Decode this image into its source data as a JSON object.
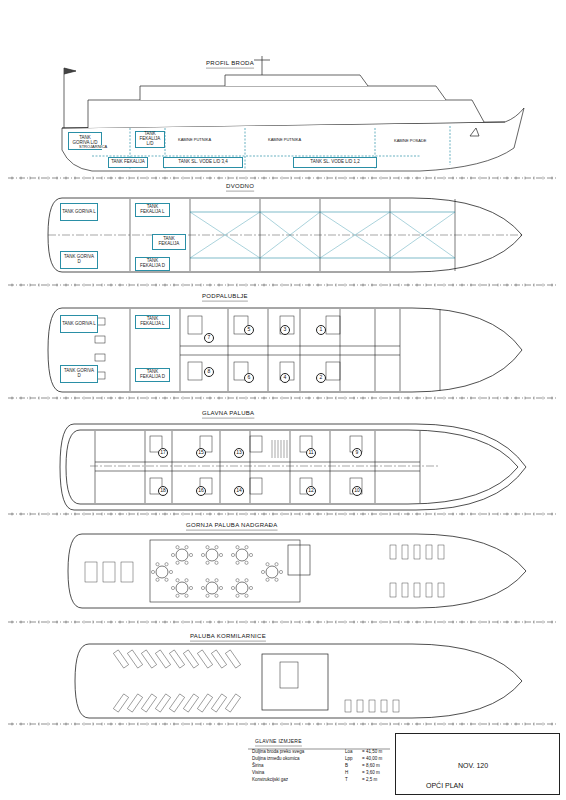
{
  "diagram": {
    "nodes": [
      {
        "text": [
          "TANK GORIVA L/D"
        ]
      },
      {
        "text": [
          "TANK FEKALIJA L/D"
        ]
      },
      {
        "text": [
          "TANK FEKALIJA"
        ]
      },
      {
        "text": [
          "TANK SL. VODE L/D 3,4"
        ]
      },
      {
        "text": [
          "TANK SL. VODE L/D 1,2"
        ]
      },
      {
        "text": [
          "TANK GORIVA L"
        ]
      },
      {
        "text": [
          "TANK FEKALIJA L"
        ]
      },
      {
        "text": [
          "TANK FEKALIJA"
        ]
      },
      {
        "text": [
          "TANK GORIVA D"
        ]
      },
      {
        "text": [
          "TANK FEKALIJA D"
        ]
      },
      {
        "text": [
          "TANK GORIVA L"
        ]
      },
      {
        "text": [
          "TANK FEKALIJA L"
        ]
      },
      {
        "text": [
          "TANK GORIVA D"
        ]
      },
      {
        "text": [
          "TANK FEKALIJA D"
        ]
      },
      {
        "text": [
          "NOV. 120",
          "OPĆI PLAN"
        ]
      }
    ],
    "labels": [
      "PROFIL BRODA",
      "STROJARNICA",
      "KABINE PUTNIKA",
      "KABINE PUTNIKA",
      "KABINE POSADE",
      "DVODNO",
      "PODPALUBLJE",
      "1",
      "2",
      "3",
      "4",
      "5",
      "6",
      "7",
      "8",
      "GLAVNA PALUBA",
      "9",
      "10",
      "11",
      "12",
      "13",
      "14",
      "15",
      "16",
      "17",
      "18",
      "GORNJA PALUBA NADGRAĐA",
      "PALUBA KORMILARNICE",
      "GLAVNE IZMJERE",
      "Duljina broda preko svega",
      "Loa",
      "= 41,50 m",
      "Duljina između okomica",
      "Lpp",
      "= 40,00 m",
      "Širina",
      "B",
      "= 8,60 m",
      "Visina",
      "H",
      "= 3,60 m",
      "Konstrukcijski gaz",
      "T",
      "= 2,5 m"
    ]
  }
}
